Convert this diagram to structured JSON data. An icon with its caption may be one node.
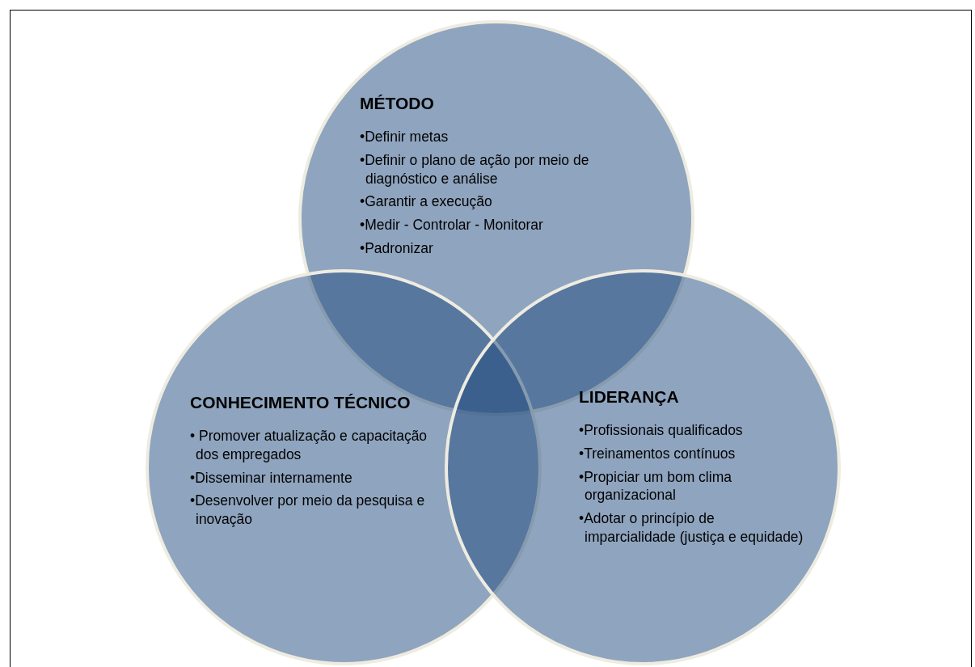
{
  "diagram": {
    "nodes": [
      {
        "text": [
          "MÉTODO",
          "•Definir metas",
          "•Definir o plano de ação por meio de diagnóstico e análise",
          "•Garantir a execução",
          "•Medir - Controlar - Monitorar",
          "•Padronizar"
        ]
      },
      {
        "text": [
          "CONHECIMENTO TÉCNICO",
          "• Promover atualização e capacitação dos empregados",
          "•Disseminar internamente",
          "•Desenvolver por meio da pesquisa e inovação"
        ]
      },
      {
        "text": [
          "LIDERANÇA",
          "•Profissionais qualificados",
          "•Treinamentos contínuos",
          "•Propiciar um bom clima organizacional",
          "•Adotar o princípio de imparcialidade (justiça e equidade)"
        ]
      }
    ]
  }
}
